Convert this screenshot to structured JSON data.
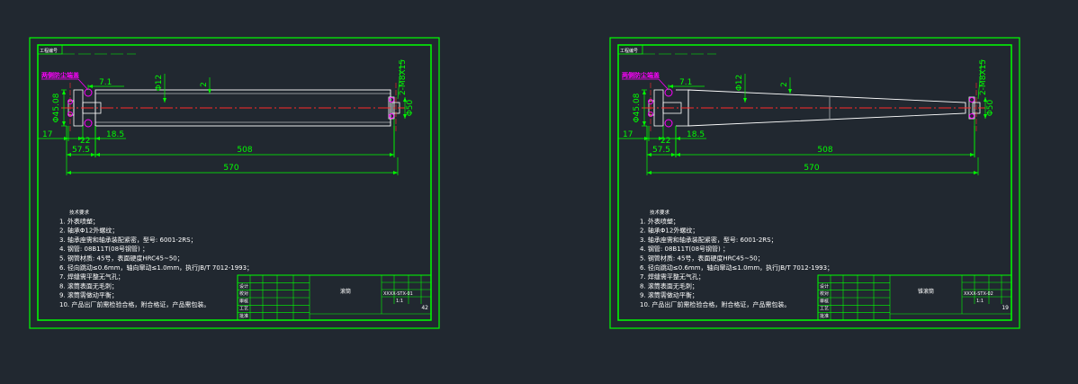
{
  "colors": {
    "background": "#212830",
    "frame": "#00ff00",
    "drawing": "#ffffff",
    "dimension": "#00ff00",
    "centerline": "#ff2a2a",
    "label": "#ff00ff",
    "note": "#ffffff"
  },
  "sheets": [
    {
      "id": "sheet-1",
      "project_label": "工程编号",
      "callout": "两侧防尘端盖",
      "dims": {
        "left_diameter": "Φ45.08",
        "right_diameter": "Φ50",
        "thread": "2-M8X15",
        "axle_diameter": "Φ12",
        "wall": "2",
        "d71": "7.1",
        "d17": "17",
        "d22": "22",
        "d185": "18.5",
        "d575": "57.5",
        "d508": "508",
        "d570": "570"
      },
      "notes": [
        "技术要求",
        "1. 外表喷塑；",
        "2. 轴承Φ12外螺纹；",
        "3. 轴承座需和轴承装配紧密，型号: 6001-2RS；",
        "4. 钢管: 08B11T(08号钢管) ；",
        "5. 钢管材质: 45号，表面硬度HRC45~50；",
        "6. 径向跳动≤0.6mm，轴向窜动≤1.0mm，执行JB/T 7012-1993；",
        "7. 焊缝需平整无气孔；",
        "8. 滚筒表面无毛刺；",
        "9. 滚筒需做动平衡；",
        "10. 产品出厂前需检验合格，附合格证，产品需包装。"
      ],
      "title_block": {
        "rows": [
          "设计",
          "校对",
          "审核",
          "工艺",
          "批准"
        ],
        "name": "滚筒",
        "drawing_no": "XXXX-STX-01",
        "scale": "1:1",
        "sheet": "42"
      }
    },
    {
      "id": "sheet-2",
      "project_label": "工程编号",
      "callout": "两侧防尘端盖",
      "dims": {
        "left_diameter": "Φ45.08",
        "right_diameter": "Φ50",
        "thread": "2-M8X15",
        "axle_diameter": "Φ12",
        "wall": "2",
        "d71": "7.1",
        "d17": "17",
        "d22": "22",
        "d185": "18.5",
        "d575": "57.5",
        "d508": "508",
        "d570": "570"
      },
      "notes": [
        "技术要求",
        "1. 外表喷塑；",
        "2. 轴承Φ12外螺纹；",
        "3. 轴承座需和轴承装配紧密，型号: 6001-2RS；",
        "4. 钢管: 08B11T(08号钢管) ；",
        "5. 钢管材质: 45号，表面硬度HRC45~50；",
        "6. 径向跳动≤0.6mm，轴向窜动≤1.0mm，执行JB/T 7012-1993；",
        "7. 焊缝需平整无气孔；",
        "8. 滚筒表面无毛刺；",
        "9. 滚筒需做动平衡；",
        "10. 产品出厂前需检验合格，附合格证，产品需包装。"
      ],
      "title_block": {
        "rows": [
          "设计",
          "校对",
          "审核",
          "工艺",
          "批准"
        ],
        "name": "锥滚筒",
        "drawing_no": "XXXX-STX-02",
        "scale": "1:1",
        "sheet": "19"
      }
    }
  ]
}
